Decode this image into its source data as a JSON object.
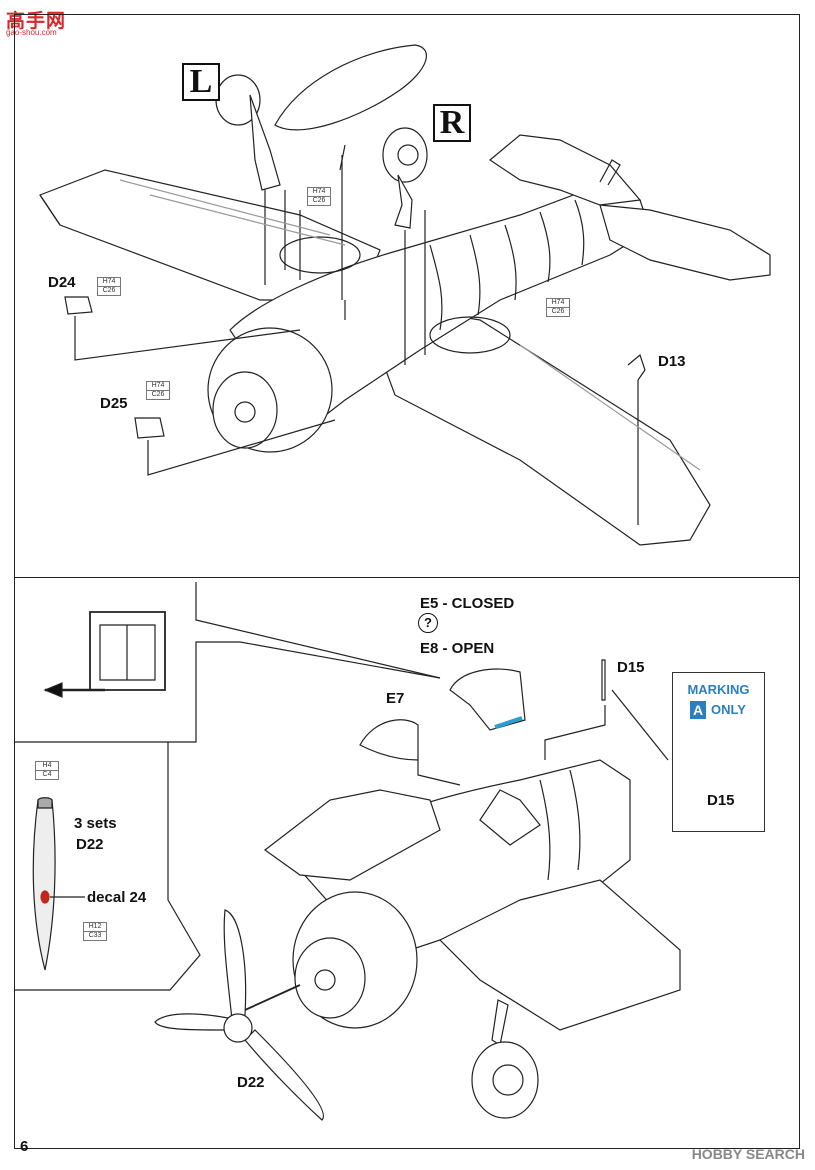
{
  "watermark": {
    "top": "高手网",
    "top_sub": "gao-shou.com",
    "bottom": "HOBBY SEARCH"
  },
  "page_number": "6",
  "step_top": {
    "gear_left_label": "L",
    "gear_right_label": "R",
    "paint_codes": [
      {
        "a": "H74",
        "b": "C26"
      },
      {
        "a": "H74",
        "b": "C26"
      },
      {
        "a": "H74",
        "b": "C26"
      },
      {
        "a": "H74",
        "b": "C26"
      }
    ],
    "parts": {
      "d24": "D24",
      "d25": "D25",
      "d13": "D13"
    }
  },
  "step_bottom": {
    "canopy_closed": "E5 - CLOSED",
    "canopy_question": "?",
    "canopy_open": "E8 - OPEN",
    "part_e7": "E7",
    "part_d15_top": "D15",
    "marking": {
      "title": "MARKING",
      "letter": "A",
      "only": "ONLY",
      "part": "D15"
    },
    "propeller": {
      "tip_paint": {
        "a": "H4",
        "b": "C4"
      },
      "blade_paint": {
        "a": "H12",
        "b": "C33"
      },
      "sets": "3 sets",
      "part": "D22",
      "decal": "decal 24"
    },
    "part_d22_bottom": "D22"
  }
}
